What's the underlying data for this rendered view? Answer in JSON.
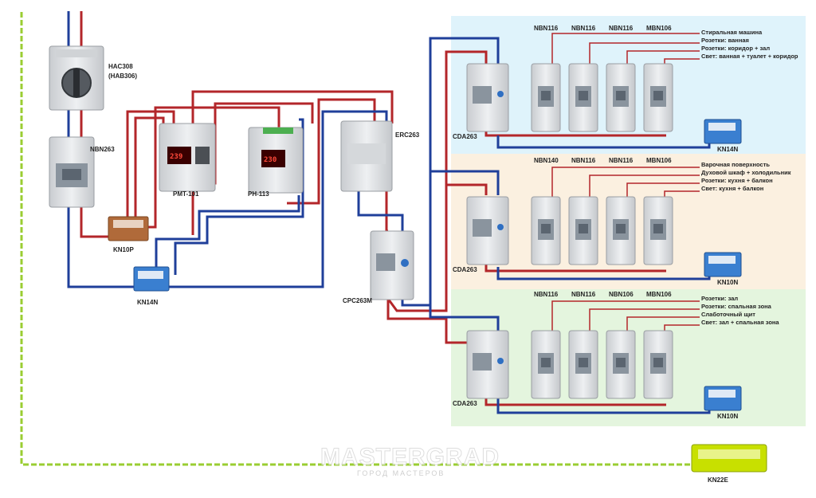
{
  "colors": {
    "phase": "#b3262a",
    "neutral": "#1f3f9a",
    "earth": "#9acd32",
    "zone1": "#dff3fb",
    "zone2": "#fbf0e0",
    "zone3": "#e4f5de",
    "device": "#e6e8ea"
  },
  "devices": {
    "hac": "HAC308",
    "hab": "(HAB306)",
    "nbn263": "NBN263",
    "kn10p": "KN10P",
    "kn14n_left": "KN14N",
    "pmt": "PMT-101",
    "ph": "PH-113",
    "erc": "ERC263",
    "cpc": "CPC263M",
    "kn22e": "KN22E"
  },
  "displays": {
    "pmt": "239",
    "ph": "230"
  },
  "groups": [
    {
      "rcd": "CDA263",
      "terminal": "KN14N",
      "breakers": [
        "NBN116",
        "NBN116",
        "NBN116",
        "MBN106"
      ],
      "circuits": [
        "Стиральная машина",
        "Розетки: ванная",
        "Розетки: коридор + зал",
        "Свет: ванная + туалет + коридор"
      ]
    },
    {
      "rcd": "CDA263",
      "terminal": "KN10N",
      "breakers": [
        "NBN140",
        "NBN116",
        "NBN116",
        "MBN106"
      ],
      "circuits": [
        "Варочная поверхность",
        "Духовой шкаф + холодильник",
        "Розетки: кухня + балкон",
        "Свет: кухня + балкон"
      ]
    },
    {
      "rcd": "CDA263",
      "terminal": "KN10N",
      "breakers": [
        "NBN116",
        "NBN116",
        "NBN106",
        "MBN106"
      ],
      "circuits": [
        "Розетки: зал",
        "Розетки: спальная зона",
        "Слаботочный щит",
        "Свет: зал + спальная зона"
      ]
    }
  ],
  "watermark": {
    "title": "MASTERGRAD",
    "subtitle": "ГОРОД МАСТЕРОВ"
  }
}
